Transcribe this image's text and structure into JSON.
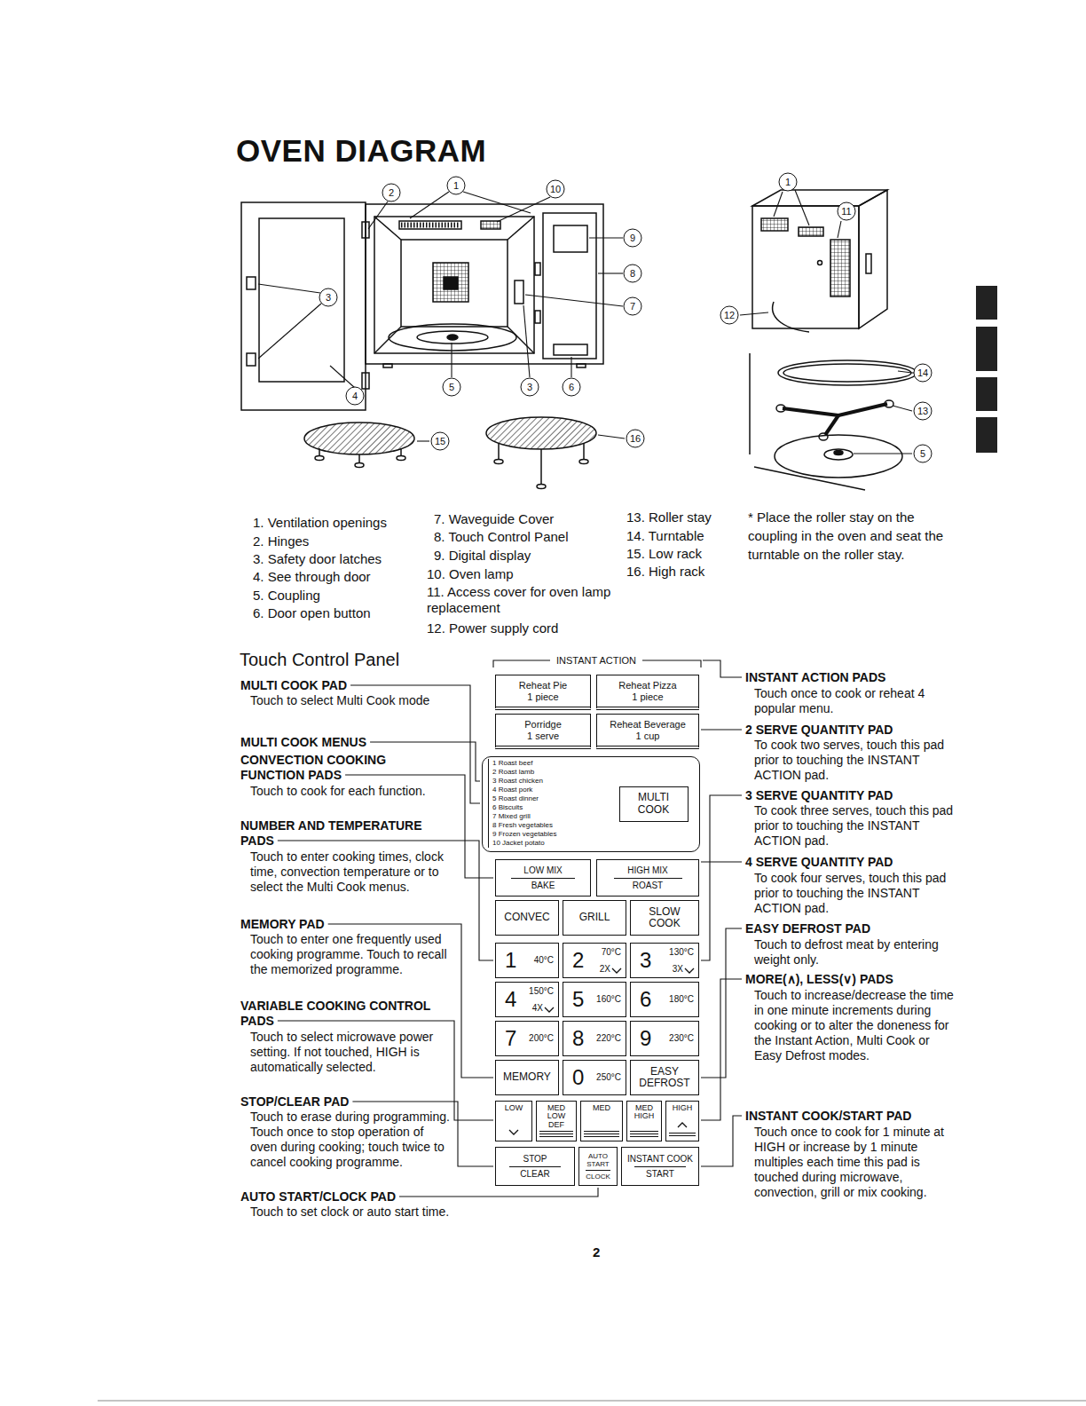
{
  "diagram": {
    "title": "OVEN DIAGRAM",
    "nodes": [
      {
        "text": [
          "Reheat Pie",
          "1 piece"
        ]
      },
      {
        "text": [
          "Reheat Pizza",
          "1 piece"
        ]
      },
      {
        "text": [
          "Porridge",
          "1 serve"
        ]
      },
      {
        "text": [
          "Reheat Beverage",
          "1 cup"
        ]
      },
      {
        "text": [
          "1 Roast beef",
          "2 Roast lamb",
          "3 Roast chicken",
          "4 Roast pork",
          "5 Roast dinner",
          "6 Biscuits",
          "7 Mixed grill",
          "8 Fresh vegetables",
          "9 Frozen vegetables",
          "10 Jacket potato"
        ]
      },
      {
        "text": [
          "MULTI COOK"
        ],
        "in": 4
      },
      {
        "text": [
          "LOW MIX",
          "BAKE"
        ]
      },
      {
        "text": [
          "HIGH MIX",
          "ROAST"
        ]
      },
      {
        "text": [
          "CONVEC"
        ]
      },
      {
        "text": [
          "GRILL"
        ]
      },
      {
        "text": [
          "SLOW COOK"
        ]
      },
      {
        "text": [
          "1",
          "40°C"
        ]
      },
      {
        "text": [
          "2",
          "70°C",
          "2X"
        ]
      },
      {
        "text": [
          "3",
          "130°C",
          "3X"
        ]
      },
      {
        "text": [
          "4",
          "150°C",
          "4X"
        ]
      },
      {
        "text": [
          "5",
          "160°C"
        ]
      },
      {
        "text": [
          "6",
          "180°C"
        ]
      },
      {
        "text": [
          "7",
          "200°C"
        ]
      },
      {
        "text": [
          "8",
          "220°C"
        ]
      },
      {
        "text": [
          "9",
          "230°C"
        ]
      },
      {
        "text": [
          "MEMORY"
        ]
      },
      {
        "text": [
          "0",
          "250°C"
        ]
      },
      {
        "text": [
          "EASY DEFROST"
        ]
      },
      {
        "text": [
          "LOW"
        ]
      },
      {
        "text": [
          "MED LOW DEF"
        ]
      },
      {
        "text": [
          "MED"
        ]
      },
      {
        "text": [
          "MED HIGH"
        ]
      },
      {
        "text": [
          "HIGH"
        ]
      },
      {
        "text": [
          "STOP",
          "CLEAR"
        ]
      },
      {
        "text": [
          "AUTO START",
          "CLOCK"
        ]
      },
      {
        "text": [
          "INSTANT COOK",
          "START"
        ]
      }
    ],
    "labels": [
      "2",
      "1",
      "10",
      "9",
      "8",
      "7",
      "3",
      "4",
      "5",
      "3",
      "6",
      "15",
      "16",
      "1",
      "11",
      "12",
      "14",
      "13",
      "5",
      "1. Ventilation openings",
      "2. Hinges",
      "3. Safety door latches",
      "4. See through door",
      "5. Coupling",
      "6. Door open button",
      "7. Waveguide Cover",
      "8. Touch Control Panel",
      "9. Digital display",
      "10. Oven lamp",
      "11. Access cover for oven lamp replacement",
      "12. Power supply cord",
      "13. Roller stay",
      "14. Turntable",
      "15. Low rack",
      "16. High rack",
      "* Place the roller stay on the coupling in the oven and seat the turntable on the roller stay.",
      "Touch Control Panel",
      "INSTANT ACTION",
      "MULTI COOK PAD",
      "Touch to select Multi Cook mode",
      "MULTI COOK MENUS",
      "CONVECTION COOKING FUNCTION PADS",
      "Touch to cook for each function.",
      "NUMBER AND TEMPERATURE PADS",
      "Touch to enter cooking times, clock time, convection temperature or to select the Multi Cook menus.",
      "MEMORY PAD",
      "Touch to enter one frequently used cooking programme. Touch to recall the memorized programme.",
      "VARIABLE COOKING CONTROL PADS",
      "Touch to select microwave power setting. If not touched, HIGH is automatically selected.",
      "STOP/CLEAR PAD",
      "Touch to erase during programming. Touch once to stop operation of oven during cooking; touch twice to cancel cooking programme.",
      "AUTO START/CLOCK PAD",
      "Touch to set clock or auto start time.",
      "INSTANT ACTION PADS",
      "Touch once to cook or reheat 4 popular menu.",
      "2 SERVE QUANTITY PAD",
      "To cook two serves, touch this pad prior to touching the INSTANT ACTION pad.",
      "3 SERVE QUANTITY PAD",
      "To cook three serves, touch this pad prior to touching the INSTANT ACTION pad.",
      "4 SERVE QUANTITY PAD",
      "To cook four serves, touch this pad prior to touching the INSTANT ACTION pad.",
      "EASY DEFROST PAD",
      "Touch to defrost meat by entering weight only.",
      "MORE(∧), LESS(∨) PADS",
      "Touch to increase/decrease the time in one minute increments during cooking or to alter the doneness for the Instant Action, Multi Cook or Easy Defrost modes.",
      "INSTANT COOK/START PAD",
      "Touch once to cook for 1 minute at HIGH or increase by 1 minute multiples each time this pad is touched during microwave, convection, grill or mix cooking.",
      "2"
    ]
  }
}
